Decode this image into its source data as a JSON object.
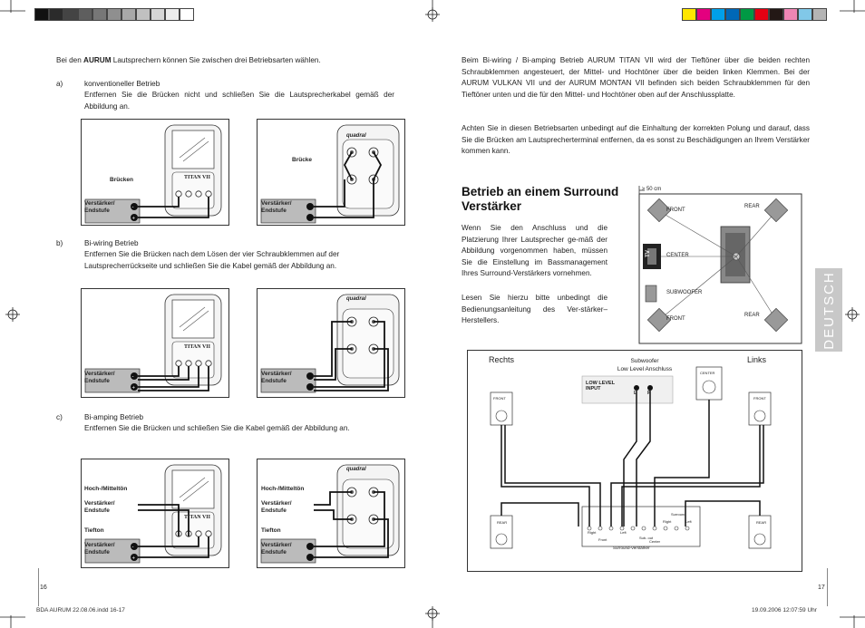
{
  "swatches": {
    "grey": [
      "#111111",
      "#2b2b2b",
      "#444444",
      "#5e5e5e",
      "#777777",
      "#8f8f8f",
      "#a8a8a8",
      "#c0c0c0",
      "#d6d6d6",
      "#ececec",
      "#ffffff"
    ],
    "color": [
      "#ffe600",
      "#e4007f",
      "#00a0e9",
      "#0068b7",
      "#009944",
      "#e60012",
      "#231815",
      "#ee86b4",
      "#81c8e8",
      "#b4b4b4"
    ]
  },
  "left": {
    "intro_pre": "Bei den ",
    "intro_brand": "AURUM",
    "intro_post": " Lautsprechern können Sie zwischen drei Betriebsarten wählen.",
    "a_marker": "a)",
    "a_title": "konventioneller Betrieb",
    "a_text": "Entfernen Sie die Brücken nicht und schließen Sie die Lautsprecherkabel gemäß der Abbildung an.",
    "b_marker": "b)",
    "b_title": "Bi-wiring Betrieb",
    "b_text": "Entfernen Sie die Brücken nach dem Lösen der vier Schraubklemmen auf der Lautsprecherrückseite und schließen Sie die Kabel gemäß der Abbildung an.",
    "c_marker": "c)",
    "c_title": "Bi-amping Betrieb",
    "c_text": "Entfernen Sie die Brücken und schließen Sie die Kabel gemäß der Abbildung an.",
    "label_bruecken": "Brücken",
    "label_bruecke": "Brücke",
    "amp_line1": "Verstärker/",
    "amp_line2": "Endstufe",
    "label_hoch": "Hoch-/Mitteltön",
    "label_tief": "Tiefton",
    "panel_model": "TITAN VII",
    "panel_brand": "quadral",
    "page_number": "16",
    "footer_file": "BDA AURUM 22.08.06.indd   16-17"
  },
  "right": {
    "para1": "Beim Bi-wiring / Bi-amping Betrieb AURUM TITAN VII wird der Tieftöner über die beiden rechten Schraubklemmen angesteuert, der Mittel- und Hochtöner über die beiden linken Klemmen. Bei der AURUM VULKAN VII und der AURUM MONTAN VII befinden sich beiden Schraubklemmen für den Tieftöner unten und die für den Mittel- und Hochtöner oben auf der Anschlussplatte.",
    "para2": "Achten Sie in diesen Betriebsarten unbedingt auf die Einhaltung der korrekten Polung und darauf, dass Sie die Brücken am Lautsprecherterminal entfernen, da es sonst zu Beschädigungen an Ihrem Verstärker kommen kann.",
    "heading_line1": "Betrieb an einem Surround",
    "heading_line2": "Verstärker",
    "para3": "Wenn Sie den Anschluss und die Platzierung Ihrer Lautsprecher ge-mäß der Abbildung vorgenommen haben, müssen Sie die Einstellung im Bassmanagement Ihres Surround-Verstärkers vornehmen.",
    "para4": "Lesen Sie hierzu bitte unbedingt die Bedienungsanleitung des Ver-stärker–Herstellers.",
    "room": {
      "dim": "≥ 50 cm",
      "front_top": "FRONT",
      "rear_top": "REAR",
      "center": "CENTER",
      "tv": "TV",
      "subwoofer": "SUBWOOFER",
      "front_bottom": "FRONT",
      "rear_bottom": "REAR"
    },
    "wiring": {
      "rechts": "Rechts",
      "links": "Links",
      "sub_line1": "Subwoofer",
      "sub_line2": "Low Level Anschluss",
      "low_level": "LOW LEVEL",
      "input": "INPUT",
      "l": "L",
      "r": "R",
      "front": "FRONT",
      "center": "CENTER",
      "rear": "REAR",
      "surround_amp": "Surround-Verstärker",
      "amp_right": "Right",
      "amp_front": "Front",
      "amp_left": "Left",
      "amp_sub": "Sub-\nout",
      "amp_center": "Center",
      "amp_surround": "Surround"
    },
    "tab": "DEUTSCH",
    "page_number": "17",
    "footer_date": "19.09.2006   12:07:59 Uhr"
  }
}
